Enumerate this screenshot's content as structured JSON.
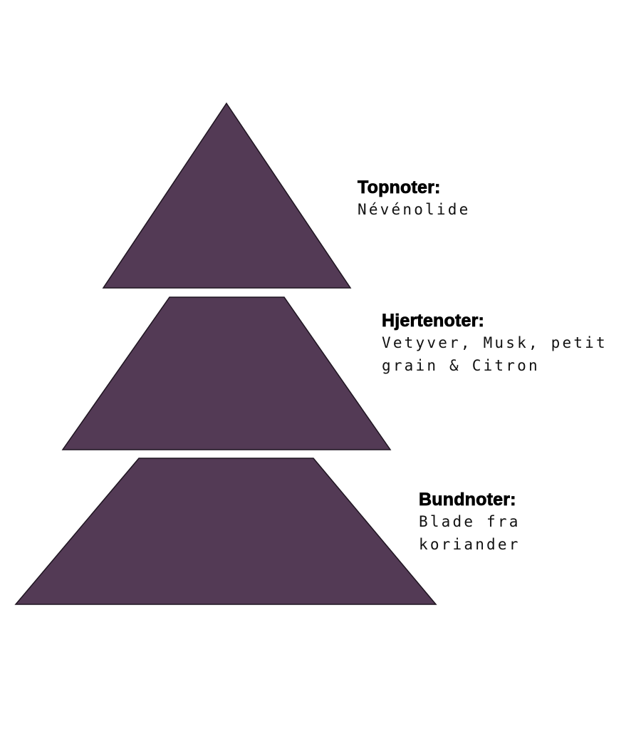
{
  "colors": {
    "tier_fill": "#533a55",
    "text": "#000000"
  },
  "tiers": [
    {
      "title": "Topnoter:",
      "lines": [
        "Névénolide"
      ]
    },
    {
      "title": "Hjertenoter:",
      "lines": [
        "Vetyver, Musk, petit",
        "grain & Citron"
      ]
    },
    {
      "title": "Bundnoter:",
      "lines": [
        "Blade fra",
        "koriander"
      ]
    }
  ]
}
